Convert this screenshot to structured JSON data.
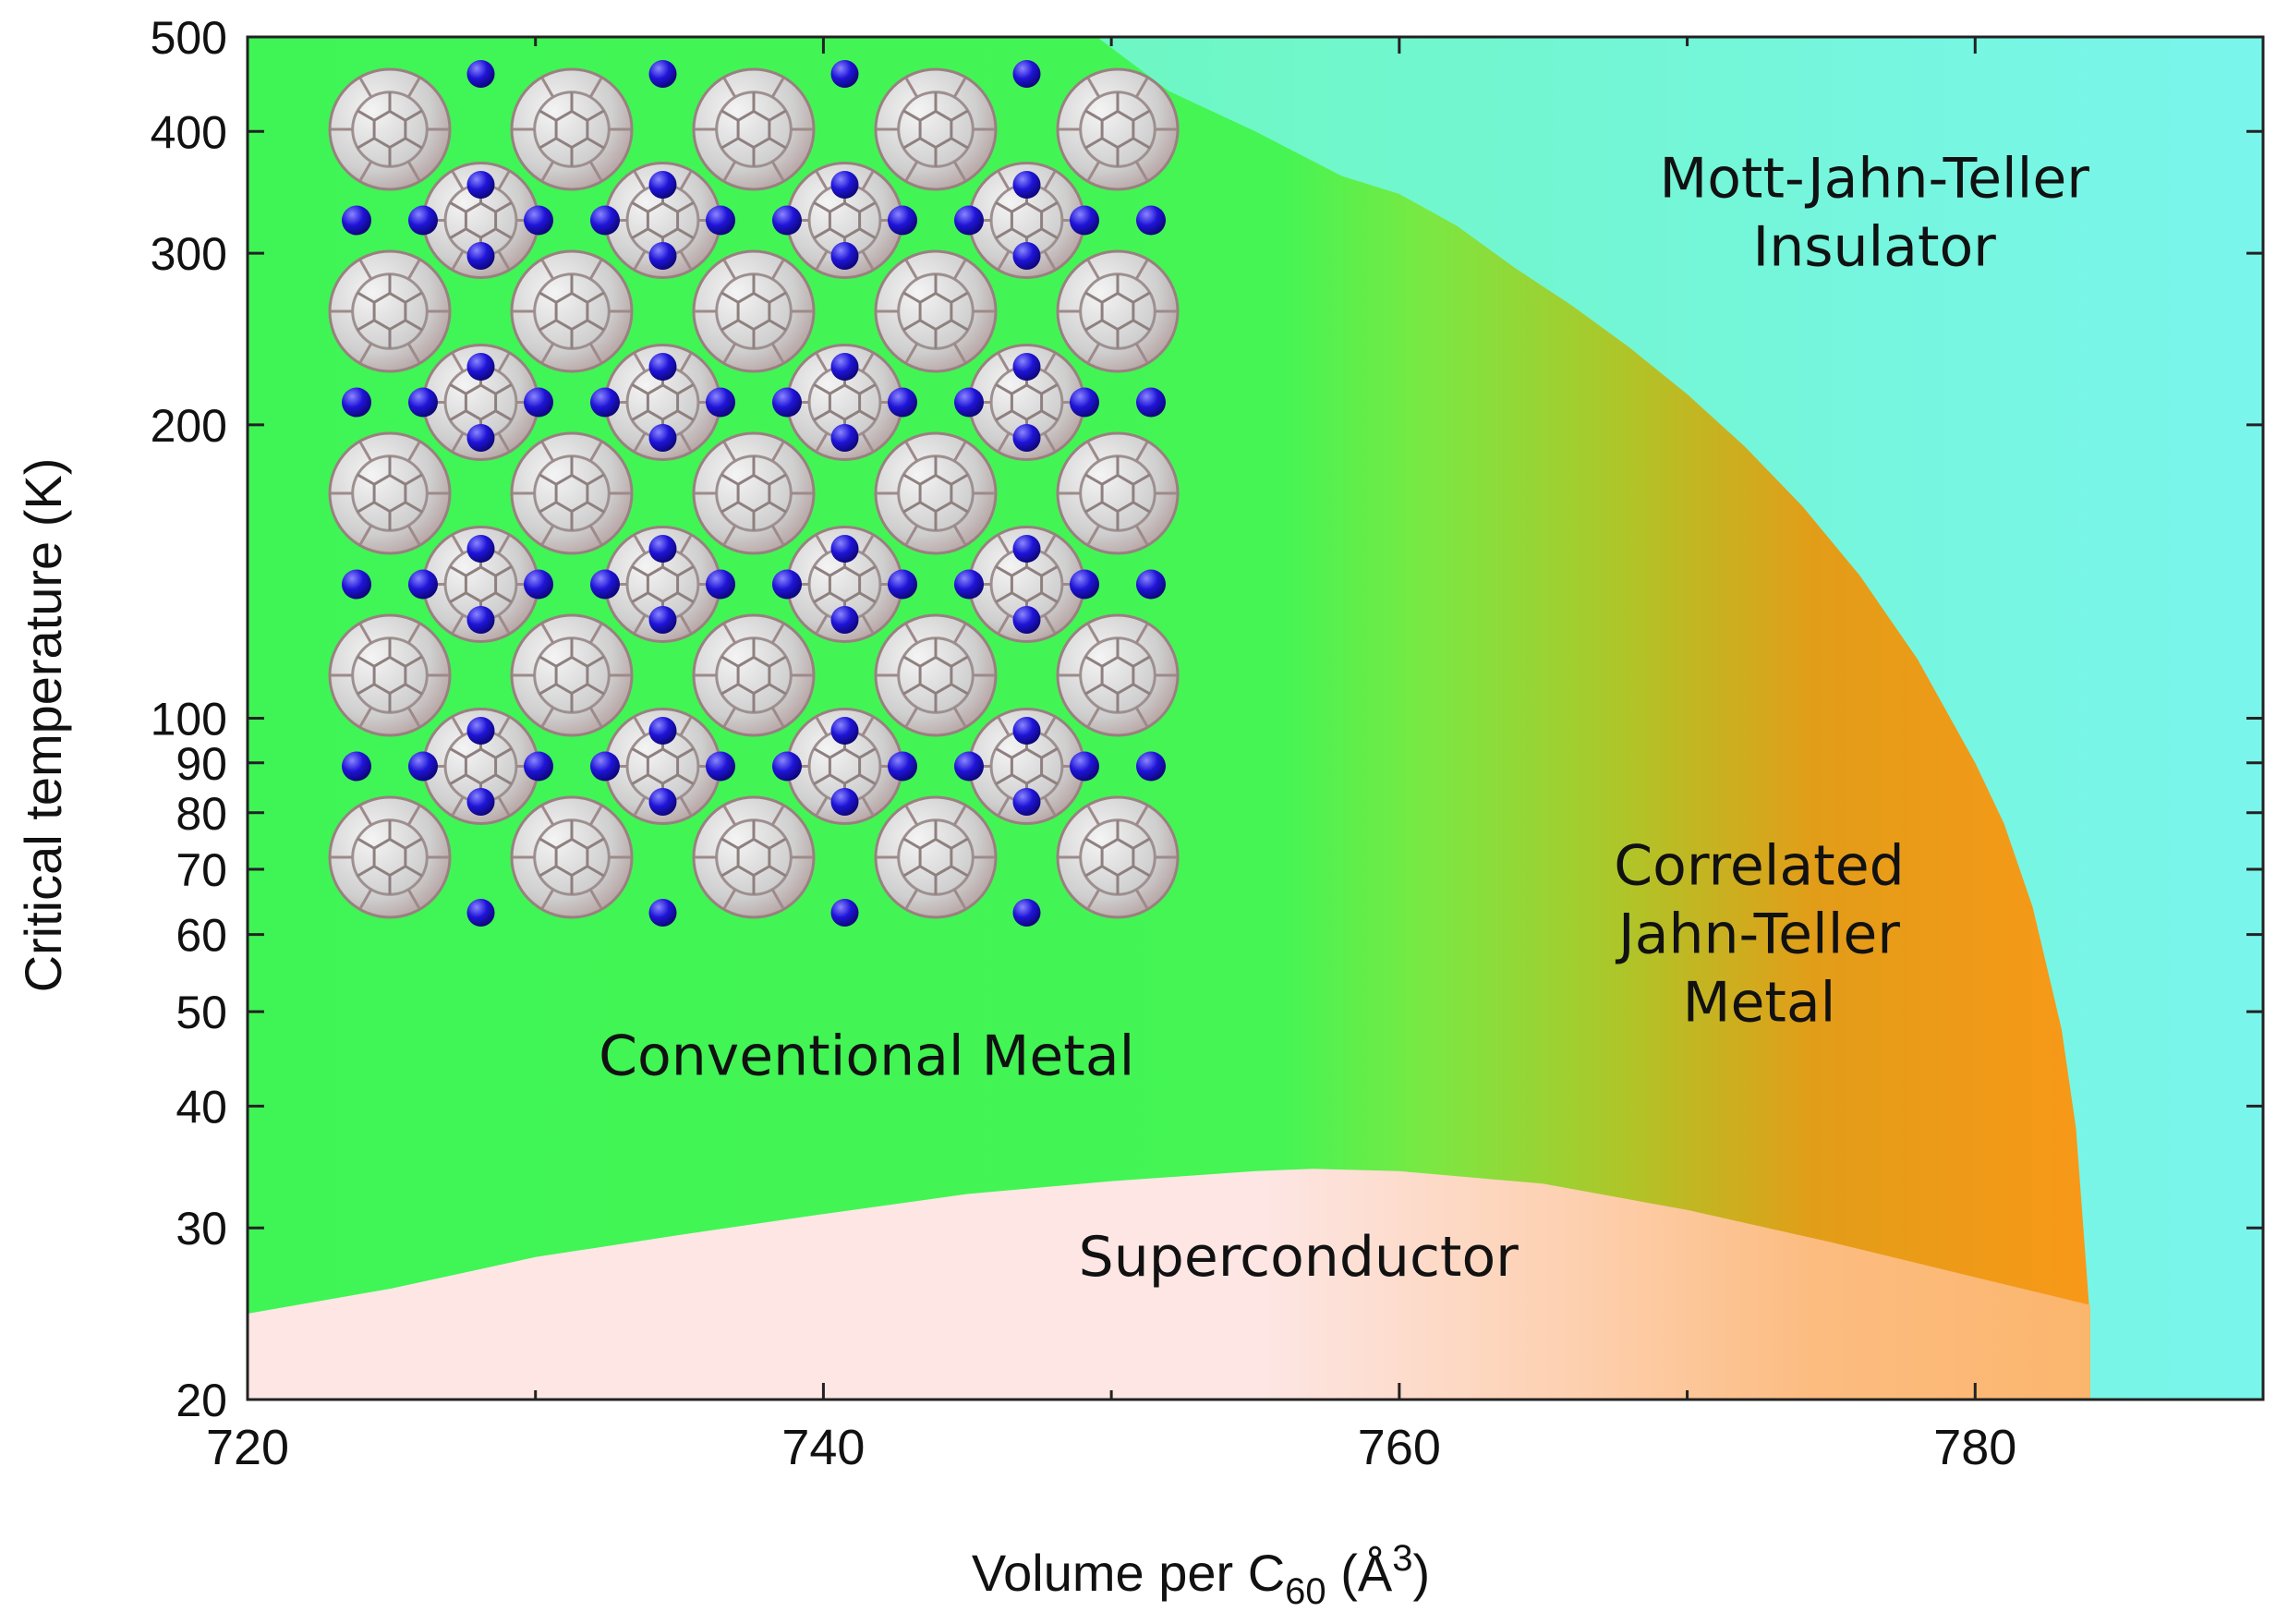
{
  "chart_data": {
    "type": "area",
    "title": "",
    "xlabel": "Volume per C",
    "xlabel_subscript": "60",
    "xlabel_unit_open": " (Å",
    "xlabel_unit_sup": "3",
    "xlabel_unit_close": ")",
    "ylabel": "Critical temperature (K)",
    "xlim": [
      720,
      790
    ],
    "ylim": [
      20,
      500
    ],
    "yscale": "log",
    "x_ticks": [
      720,
      740,
      760,
      780
    ],
    "x_minor_ticks": [
      730,
      750,
      770
    ],
    "y_ticks": [
      20,
      30,
      40,
      50,
      60,
      70,
      80,
      90,
      100,
      200,
      300,
      400,
      500
    ],
    "grid": false,
    "regions": [
      {
        "name": "Conventional Metal",
        "label_lines": [
          "Conventional Metal"
        ],
        "color": "#44f554",
        "label_at": {
          "x": 741.5,
          "y": 45
        }
      },
      {
        "name": "Correlated Jahn-Teller Metal",
        "label_lines": [
          "Correlated",
          "Jahn-Teller",
          "Metal"
        ],
        "color": "#f89818",
        "label_at": {
          "x": 772.5,
          "y": 60
        }
      },
      {
        "name": "Mott-Jahn-Teller Insulator",
        "label_lines": [
          "Mott-Jahn-Teller",
          "Insulator"
        ],
        "color": "#7af5ec",
        "label_at": {
          "x": 776.5,
          "y": 330
        }
      },
      {
        "name": "Superconductor",
        "label_lines": [
          "Superconductor"
        ],
        "color": "#fde6e4",
        "label_at": {
          "x": 756.5,
          "y": 28
        }
      }
    ],
    "boundaries": {
      "metal_insulator": {
        "x": [
          749.5,
          752,
          755,
          758,
          760,
          762,
          764,
          766,
          768,
          770,
          772,
          774,
          776,
          778,
          780,
          781,
          782,
          783,
          783.5,
          784.0
        ],
        "y": [
          500,
          440,
          400,
          360,
          345,
          320,
          290,
          265,
          240,
          215,
          190,
          165,
          140,
          115,
          90,
          78,
          64,
          48,
          38,
          24
        ]
      },
      "superconducting_dome": {
        "x": [
          720,
          725,
          730,
          735,
          740,
          745,
          750,
          755,
          757,
          760,
          765,
          770,
          775,
          780,
          784
        ],
        "y": [
          24.5,
          26,
          28,
          29.5,
          31,
          32.5,
          33.5,
          34.3,
          34.5,
          34.3,
          33.3,
          31.3,
          29,
          26.7,
          25
        ]
      }
    },
    "inset": {
      "description_icon": "fulleride-crystal-structure-icon",
      "sphere_color": "#1f14d8"
    }
  }
}
